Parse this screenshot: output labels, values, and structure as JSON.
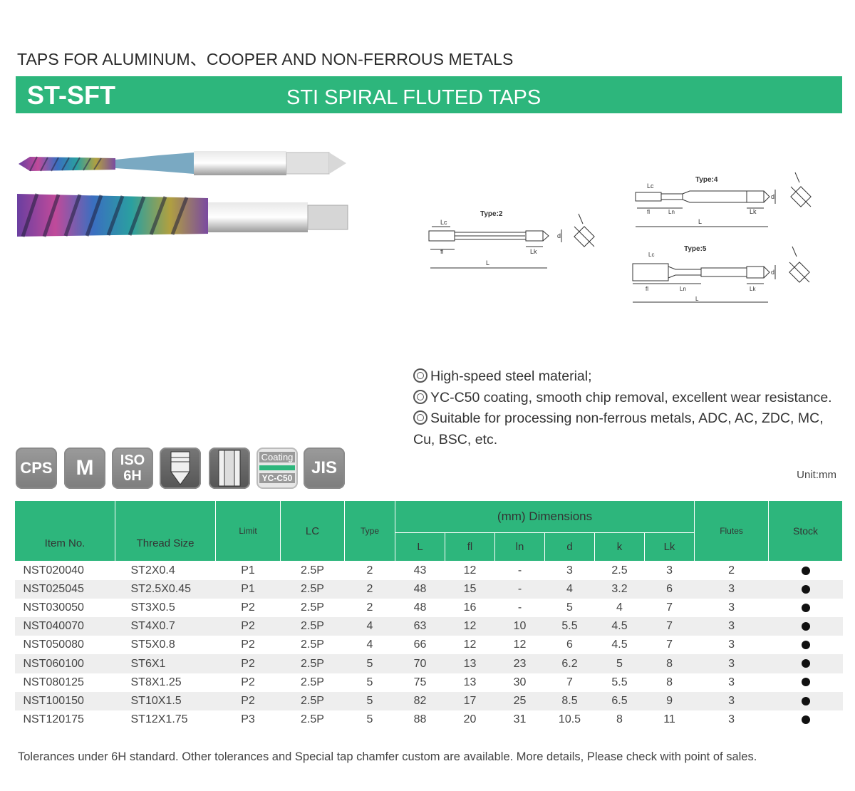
{
  "header": {
    "category_title": "TAPS FOR ALUMINUM、COOPER AND NON-FERROUS METALS",
    "product_code": "ST-SFT",
    "product_name": "STI SPIRAL FLUTED TAPS"
  },
  "diagrams": {
    "type2": {
      "title": "Type:2",
      "lc": "Lc",
      "fl": "fl",
      "lk": "Lk",
      "L": "L",
      "d": "d"
    },
    "type4": {
      "title": "Type:4",
      "lc": "Lc",
      "fl": "fl",
      "ln": "Ln",
      "lk": "Lk",
      "L": "L",
      "d": "d"
    },
    "type5": {
      "title": "Type:5",
      "lc": "Lc",
      "fl": "fl",
      "ln": "Ln",
      "lk": "Lk",
      "L": "L",
      "d": "d"
    }
  },
  "features": [
    "High-speed steel material;",
    "YC-C50 coating, smooth chip removal, excellent wear resistance.",
    "Suitable for processing non-ferrous metals, ADC, AC, ZDC, MC, Cu, BSC, etc."
  ],
  "badges": {
    "cps": "CPS",
    "m": "M",
    "iso_top": "ISO",
    "iso_bottom": "6H",
    "coating_top": "Coating",
    "coating_bottom": "YC-C50",
    "jis": "JIS"
  },
  "unit": "Unit:mm",
  "table": {
    "headers": {
      "item_no": "Item No.",
      "thread_size": "Thread Size",
      "limit": "Limit",
      "lc": "LC",
      "type": "Type",
      "dimensions": "(mm) Dimensions",
      "L": "L",
      "fl": "fl",
      "ln": "ln",
      "d": "d",
      "k": "k",
      "lk": "Lk",
      "flutes": "Flutes",
      "stock": "Stock"
    },
    "rows": [
      [
        "NST020040",
        "ST2X0.4",
        "P1",
        "2.5P",
        "2",
        "43",
        "12",
        "-",
        "3",
        "2.5",
        "3",
        "2"
      ],
      [
        "NST025045",
        "ST2.5X0.45",
        "P1",
        "2.5P",
        "2",
        "48",
        "15",
        "-",
        "4",
        "3.2",
        "6",
        "3"
      ],
      [
        "NST030050",
        "ST3X0.5",
        "P2",
        "2.5P",
        "2",
        "48",
        "16",
        "-",
        "5",
        "4",
        "7",
        "3"
      ],
      [
        "NST040070",
        "ST4X0.7",
        "P2",
        "2.5P",
        "4",
        "63",
        "12",
        "10",
        "5.5",
        "4.5",
        "7",
        "3"
      ],
      [
        "NST050080",
        "ST5X0.8",
        "P2",
        "2.5P",
        "4",
        "66",
        "12",
        "12",
        "6",
        "4.5",
        "7",
        "3"
      ],
      [
        "NST060100",
        "ST6X1",
        "P2",
        "2.5P",
        "5",
        "70",
        "13",
        "23",
        "6.2",
        "5",
        "8",
        "3"
      ],
      [
        "NST080125",
        "ST8X1.25",
        "P2",
        "2.5P",
        "5",
        "75",
        "13",
        "30",
        "7",
        "5.5",
        "8",
        "3"
      ],
      [
        "NST100150",
        "ST10X1.5",
        "P2",
        "2.5P",
        "5",
        "82",
        "17",
        "25",
        "8.5",
        "6.5",
        "9",
        "3"
      ],
      [
        "NST120175",
        "ST12X1.75",
        "P3",
        "2.5P",
        "5",
        "88",
        "20",
        "31",
        "10.5",
        "8",
        "11",
        "3"
      ]
    ]
  },
  "footnote": "Tolerances under 6H standard. Other tolerances and Special tap chamfer custom are available. More details, Please check with point of sales.",
  "colors": {
    "brand_green": "#2db67c",
    "badge_gray": "#8a8a8a"
  }
}
